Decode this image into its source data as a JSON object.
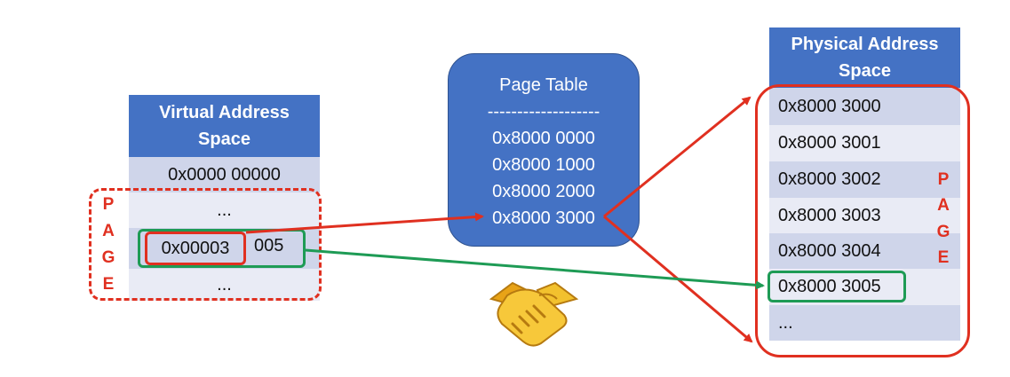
{
  "virtual": {
    "header": "Virtual Address Space",
    "rows": [
      "0x0000 00000",
      "...",
      "",
      "..."
    ],
    "page_number": "0x00003",
    "offset": "005",
    "page_label": [
      "P",
      "A",
      "G",
      "E"
    ]
  },
  "page_table": {
    "title": "Page Table",
    "divider": "-------------------",
    "entries": [
      "0x8000 0000",
      "0x8000 1000",
      "0x8000 2000",
      "0x8000 3000"
    ]
  },
  "physical": {
    "header": "Physical Address Space",
    "rows": [
      "0x8000 3000",
      "0x8000 3001",
      "0x8000 3002",
      "0x8000 3003",
      "0x8000 3004",
      "0x8000 3005",
      "..."
    ],
    "page_label": [
      "P",
      "A",
      "G",
      "E"
    ]
  },
  "icon": "handshake-icon",
  "colors": {
    "header_blue": "#4472c4",
    "row_dark": "#cfd5ea",
    "row_light": "#e9ebf5",
    "red": "#e03020",
    "green": "#1e9b55"
  }
}
